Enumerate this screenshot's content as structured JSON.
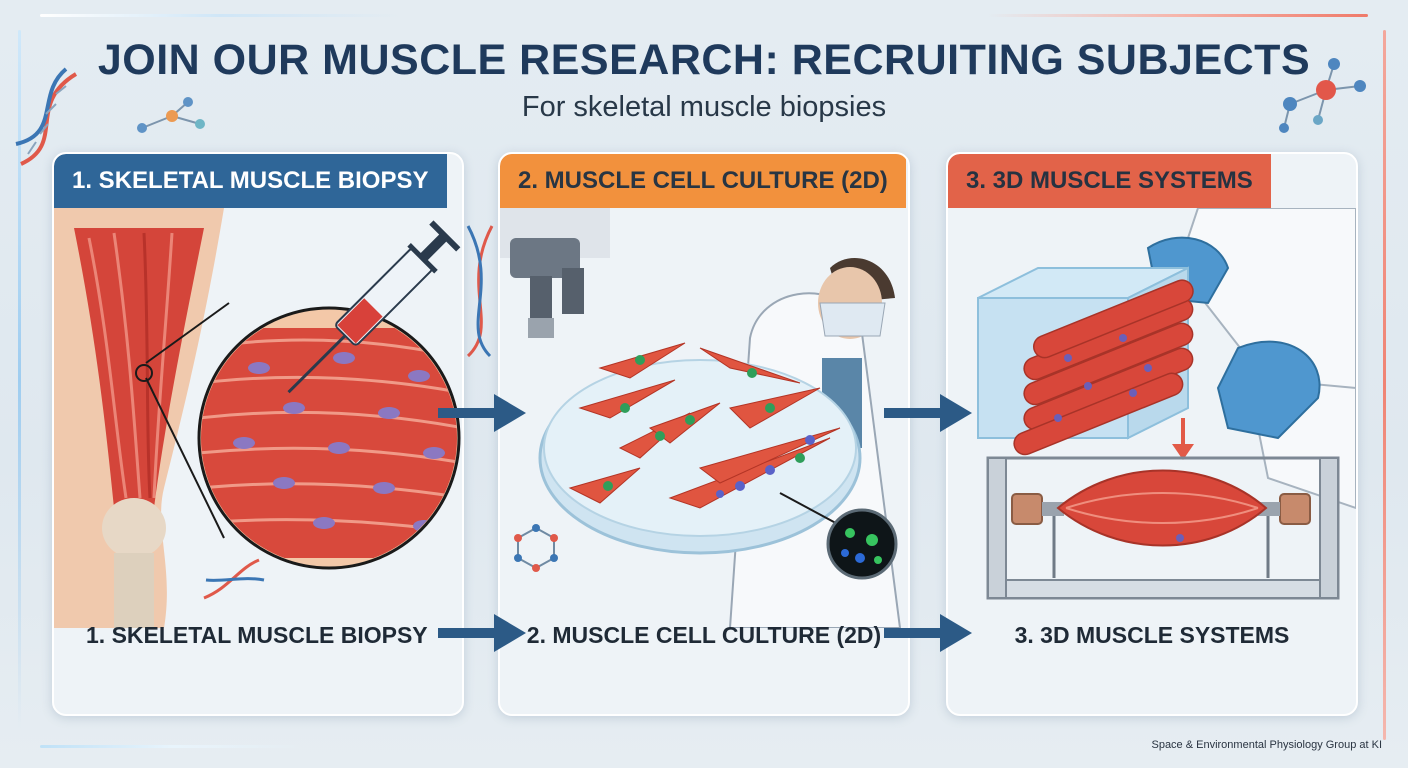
{
  "header": {
    "title": "JOIN OUR MUSCLE RESEARCH: RECRUITING SUBJECTS",
    "subtitle": "For skeletal muscle biopsies"
  },
  "panels": [
    {
      "heading": "1. SKELETAL MUSCLE BIOPSY",
      "caption": "1. SKELETAL MUSCLE BIOPSY",
      "color": "#2f6698"
    },
    {
      "heading": "2. MUSCLE CELL CULTURE (2D)",
      "caption": "2. MUSCLE CELL CULTURE (2D)",
      "color": "#f2913d"
    },
    {
      "heading": "3. 3D MUSCLE SYSTEMS",
      "caption": "3. 3D MUSCLE SYSTEMS",
      "color": "#e26349"
    }
  ],
  "footer": {
    "credit": "Space & Environmental Physiology Group at KI"
  },
  "colors": {
    "title": "#1f3a5c",
    "muscle_red": "#d9463a",
    "arrow_blue": "#2c5a86",
    "glove_blue": "#4f97cf"
  }
}
